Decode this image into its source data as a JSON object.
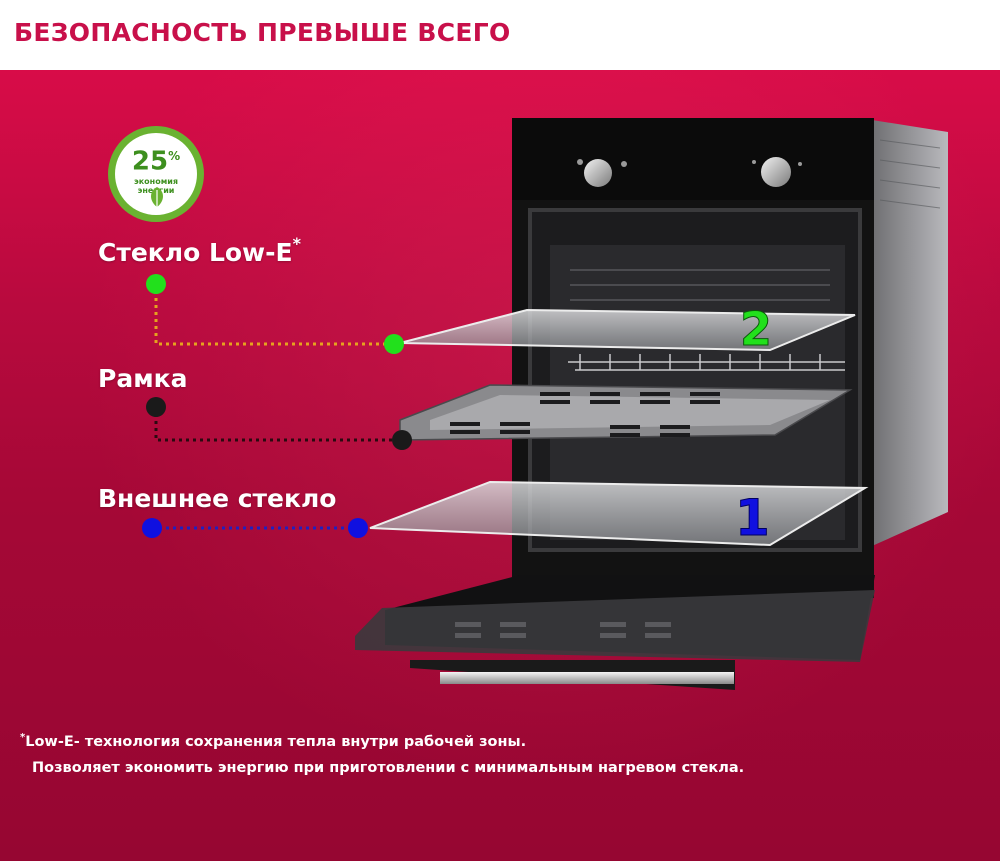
{
  "header": {
    "title": "БЕЗОПАСНОСТЬ ПРЕВЫШЕ ВСЕГО"
  },
  "badge": {
    "percent": "25",
    "percent_sign": "%",
    "text": "экономия энергии"
  },
  "labels": {
    "low_e": "Стекло Low-E",
    "low_e_asterisk": "*",
    "frame": "Рамка",
    "outer_glass": "Внешнее стекло"
  },
  "layer_numbers": {
    "top_glass": "2",
    "outer_glass": "1"
  },
  "footnote": {
    "asterisk": "*",
    "line1": "Low-E- технология сохранения тепла внутри рабочей зоны.",
    "line2": "Позволяет экономить энергию при приготовлении с минимальным нагревом стекла."
  },
  "colors": {
    "title": "#c8104a",
    "background": "#b80a3e",
    "low_e_marker": "#22e01c",
    "frame_marker": "#1a1a1a",
    "outer_glass_marker": "#1010e0",
    "badge_green": "#6ab231"
  }
}
